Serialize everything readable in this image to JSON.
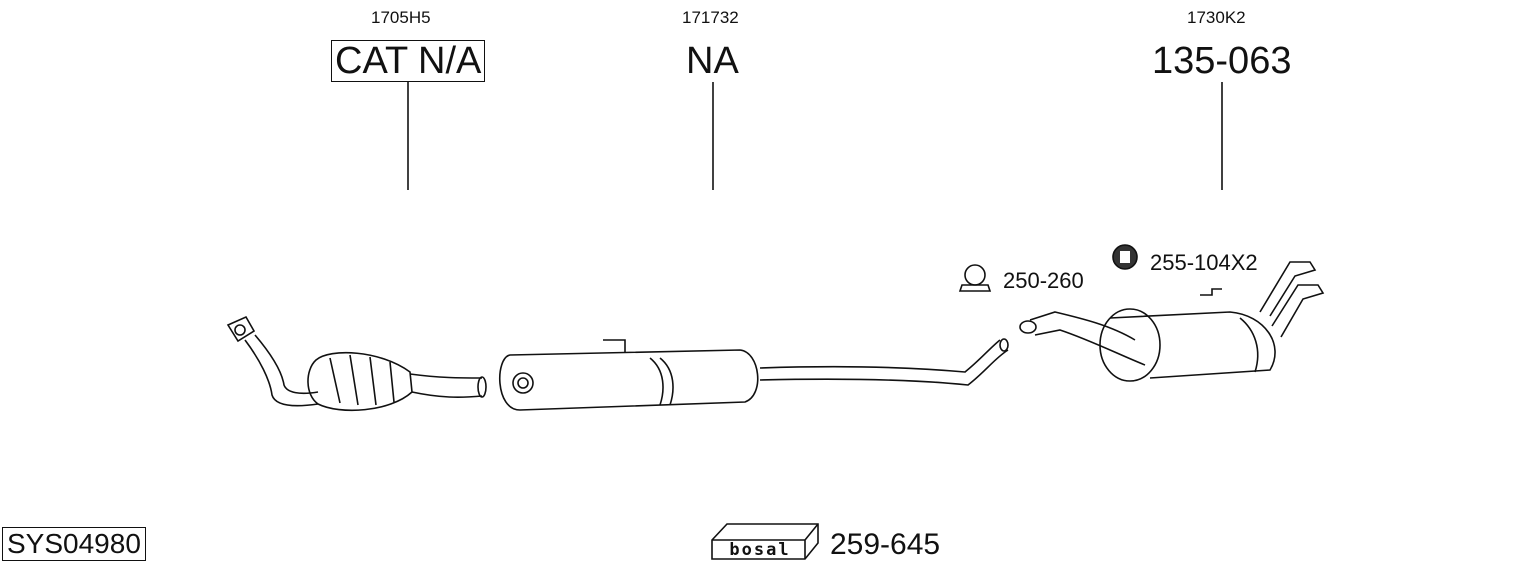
{
  "parts": [
    {
      "code": "1705H5",
      "ref": "CAT N/A",
      "boxed": true
    },
    {
      "code": "171732",
      "ref": "NA",
      "boxed": false
    },
    {
      "code": "1730K2",
      "ref": "135-063",
      "boxed": false
    }
  ],
  "accessories": {
    "clamp": {
      "label": "250-260",
      "icon": "clamp-icon"
    },
    "hanger": {
      "label": "255-104X2",
      "icon": "rubber-hanger-icon"
    }
  },
  "system_id": "SYS04980",
  "kit": {
    "logo_text": "bosal",
    "label": "259-645",
    "icon": "bosal-box-icon"
  }
}
